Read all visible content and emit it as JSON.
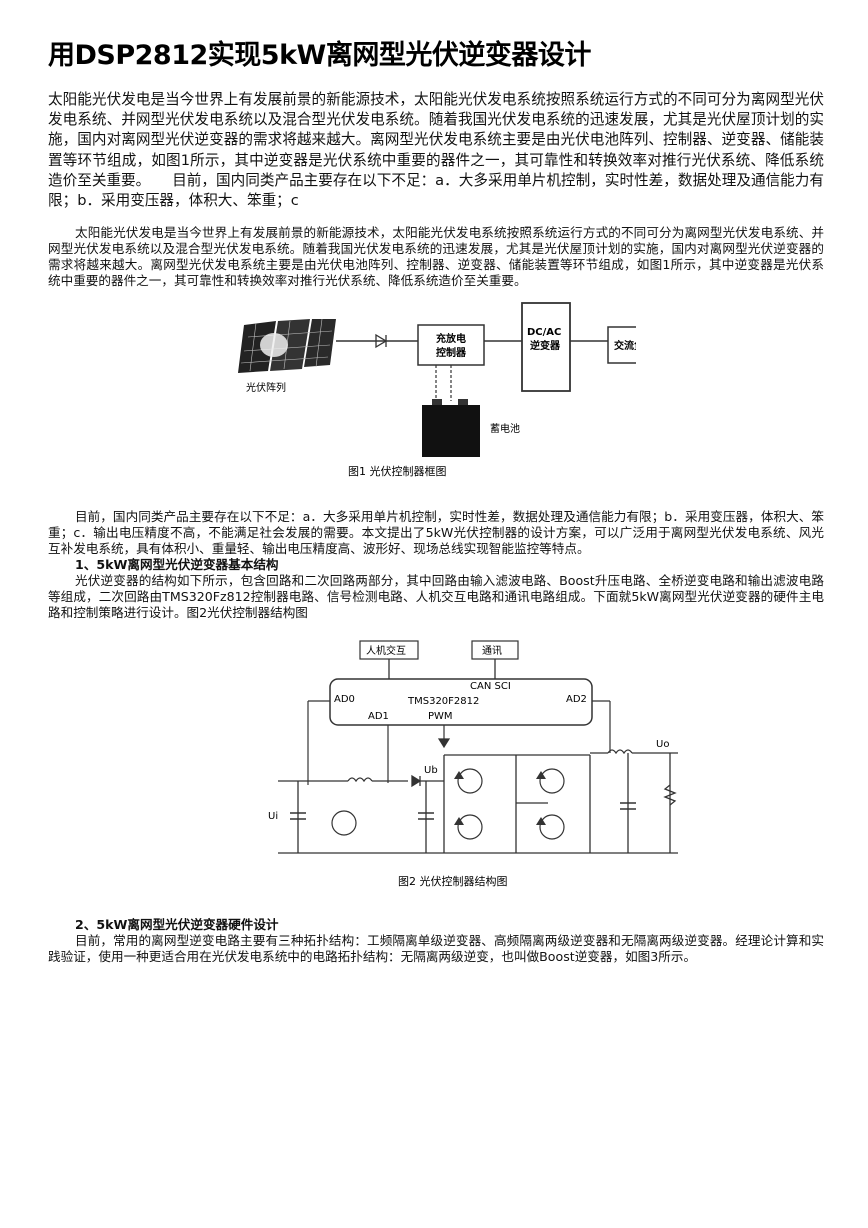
{
  "title": "用DSP2812实现5kW离网型光伏逆变器设计",
  "summary": "太阳能光伏发电是当今世界上有发展前景的新能源技术，太阳能光伏发电系统按照系统运行方式的不同可分为离网型光伏发电系统、并网型光伏发电系统以及混合型光伏发电系统。随着我国光伏发电系统的迅速发展，尤其是光伏屋顶计划的实施，国内对离网型光伏逆变器的需求将越来越大。离网型光伏发电系统主要是由光伏电池阵列、控制器、逆变器、储能装置等环节组成，如图1所示，其中逆变器是光伏系统中重要的器件之一，其可靠性和转换效率对推行光伏系统、降低系统造价至关重要。　　目前，国内同类产品主要存在以下不足：a．大多采用单片机控制，实时性差，数据处理及通信能力有限；b．采用变压器，体积大、笨重；c",
  "paragraphs": {
    "intro": "太阳能光伏发电是当今世界上有发展前景的新能源技术，太阳能光伏发电系统按照系统运行方式的不同可分为离网型光伏发电系统、并网型光伏发电系统以及混合型光伏发电系统。随着我国光伏发电系统的迅速发展，尤其是光伏屋顶计划的实施，国内对离网型光伏逆变器的需求将越来越大。离网型光伏发电系统主要是由光伏电池阵列、控制器、逆变器、储能装置等环节组成，如图1所示，其中逆变器是光伏系统中重要的器件之一，其可靠性和转换效率对推行光伏系统、降低系统造价至关重要。",
    "current": "目前，国内同类产品主要存在以下不足：a．大多采用单片机控制，实时性差，数据处理及通信能力有限；b．采用变压器，体积大、笨重；c．输出电压精度不高，不能满足社会发展的需要。本文提出了5kW光伏控制器的设计方案，可以广泛用于离网型光伏发电系统、风光互补发电系统，具有体积小、重量轻、输出电压精度高、波形好、现场总线实现智能监控等特点。",
    "section1_heading": "1、5kW离网型光伏逆变器基本结构",
    "section1_body": "光伏逆变器的结构如下所示，包含回路和二次回路两部分，其中回路由输入滤波电路、Boost升压电路、全桥逆变电路和输出滤波电路等组成，二次回路由TMS320Fz812控制器电路、信号检测电路、人机交互电路和通讯电路组成。下面就5kW离网型光伏逆变器的硬件主电路和控制策略进行设计。图2光伏控制器结构图",
    "section2_heading": "2、5kW离网型光伏逆变器硬件设计",
    "section2_body": "目前，常用的离网型逆变电路主要有三种拓扑结构：工频隔离单级逆变器、高频隔离两级逆变器和无隔离两级逆变器。经理论计算和实践验证，使用一种更适合用在光伏发电系统中的电路拓扑结构：无隔离两级逆变，也叫做Boost逆变器，如图3所示。"
  },
  "figure1": {
    "caption": "图1  光伏控制器框图",
    "pv_array_label": "光伏阵列",
    "charge_controller_label_1": "充放电",
    "charge_controller_label_2": "控制器",
    "inverter_label_1": "DC/AC",
    "inverter_label_2": "逆变器",
    "load_label": "交流负载",
    "battery_label": "蓄电池"
  },
  "figure2": {
    "caption": "图2  光伏控制器结构图",
    "hmi_label": "人机交互",
    "comm_label": "通讯",
    "can_sci_label": "CAN SCI",
    "chip_label": "TMS320F2812",
    "ad0_label": "AD0",
    "ad1_label": "AD1",
    "ad2_label": "AD2",
    "pwm_label": "PWM",
    "ui_label": "Ui",
    "ub_label": "Ub",
    "uo_label": "Uo"
  }
}
